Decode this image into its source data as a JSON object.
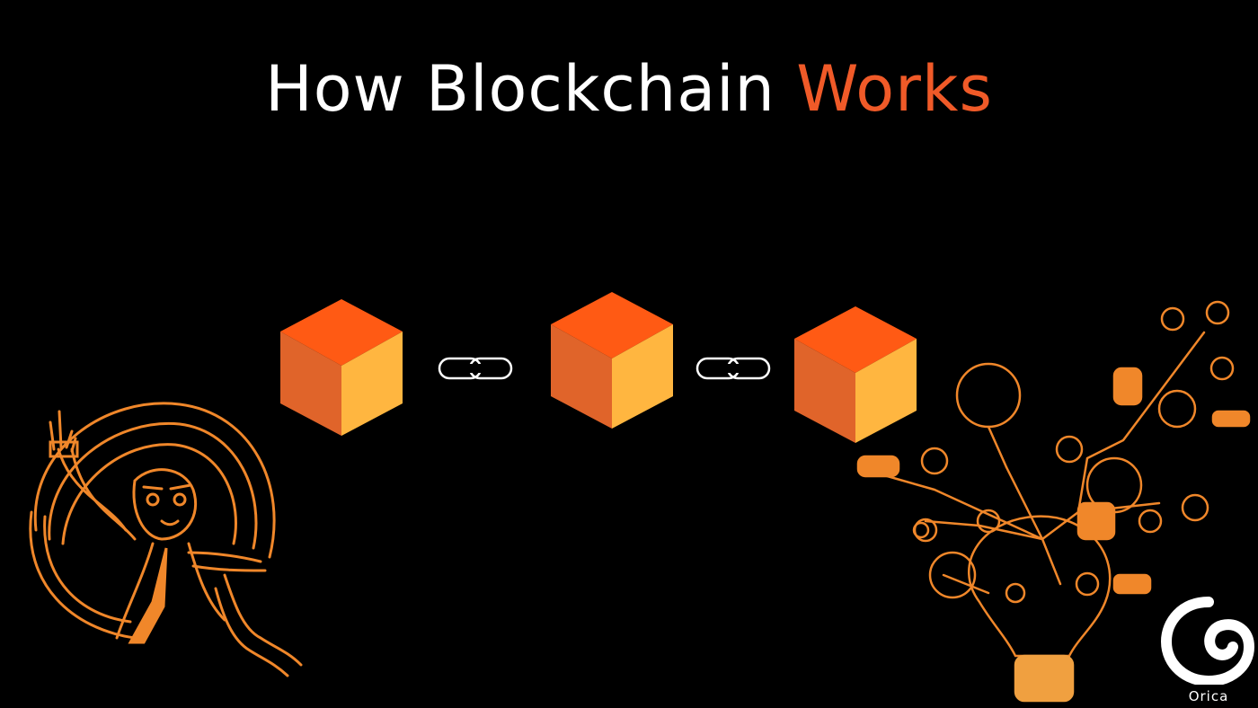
{
  "slide": {
    "title_main": "How Blockchain Works",
    "title_accent": "Works",
    "title_lead": "How Blockchain "
  },
  "blocks": [
    {
      "name": "block-1",
      "icon": "cube-icon"
    },
    {
      "name": "block-2",
      "icon": "cube-icon"
    },
    {
      "name": "block-3",
      "icon": "cube-icon"
    }
  ],
  "links": [
    {
      "name": "chain-link-1",
      "icon": "chain-link-icon"
    },
    {
      "name": "chain-link-2",
      "icon": "chain-link-icon"
    }
  ],
  "colors": {
    "background": "#000000",
    "title": "#ffffff",
    "accent": "#f05a28",
    "cube_top": "#ff5a14",
    "cube_left": "#e0642a",
    "cube_right": "#ffb640",
    "sketch": "#f0872a"
  },
  "logo": {
    "text": "Orica",
    "icon": "orica-logo-icon"
  }
}
